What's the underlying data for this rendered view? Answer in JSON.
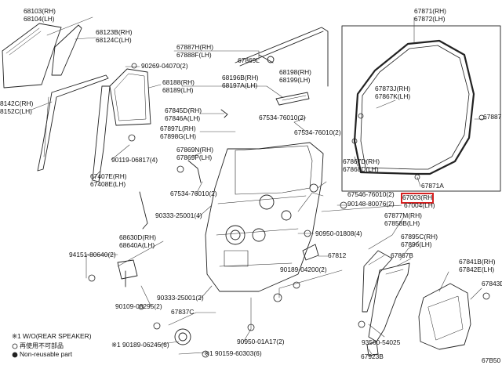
{
  "labels": {
    "l68103": "68103(RH)\n68104(LH)",
    "l68123": "68123B(RH)\n68124C(LH)",
    "l90269": "90269-04070(2)",
    "l68142": "8142C(RH)\n8152C(LH)",
    "l68188": "68188(RH)\n68189(LH)",
    "l90119": "90119-06817(4)",
    "l67407": "67407E(RH)\n67408E(LH)",
    "l67887": "67887H(RH)\n67888F(LH)",
    "l67869L": "67869L",
    "l68196": "68196B(RH)\n68197A(LH)",
    "l68198": "68198(RH)\n68199(LH)",
    "l67845": "67845D(RH)\n67846A(LH)",
    "l67897": "67897L(RH)\n67898G(LH)",
    "l67869rh": "67869N(RH)\n67869P(LH)",
    "l67534a": "67534-76010(2)",
    "l67534b": "67534-76010(2)",
    "l67534c": "67534-76010(2)",
    "l90333a": "90333-25001(4)",
    "l68630": "68630D(RH)\n68640A(LH)",
    "l94151": "94151-80640(2)",
    "l90109": "90109-08295(2)",
    "l90333b": "90333-25001(2)",
    "l67837": "67837C",
    "l90189a": "※1 90189-06245(6)",
    "l90950a": "90950-01A17(2)",
    "l90159": "※1 90159-60303(6)",
    "l67546": "67546-76010(2)",
    "l90148": "90148-80076(2)",
    "l67003": "67003(RH",
    "l67004": "67004(LH)",
    "l90950b": "90950-01808(4)",
    "l67812": "67812",
    "l90189b": "90189-04200(2)",
    "l67877": "67877M(RH)\n67858B(LH)",
    "l67895": "67895C(RH)\n67896(LH)",
    "l67867b": "67867B",
    "l93560": "93560-54025",
    "l67923": "67923B",
    "l67841": "67841B(RH)\n67842E(LH)",
    "l67843": "67843D",
    "l67871": "67871(RH)\n67872(LH)",
    "l67873": "67873J(RH)\n67867K(LH)",
    "l67887b": "67887",
    "l67867": "67867D(RH)\n67868D(LH)",
    "l67871A": "67871A",
    "l67fig": "67B50",
    "note1": "※1 W/O(REAR SPEAKER)",
    "legend_reuse": "再使用不可部品",
    "legend_nonreuse": "Non-reusable part"
  },
  "highlight": {
    "part": "67003",
    "color": "#d62020"
  }
}
